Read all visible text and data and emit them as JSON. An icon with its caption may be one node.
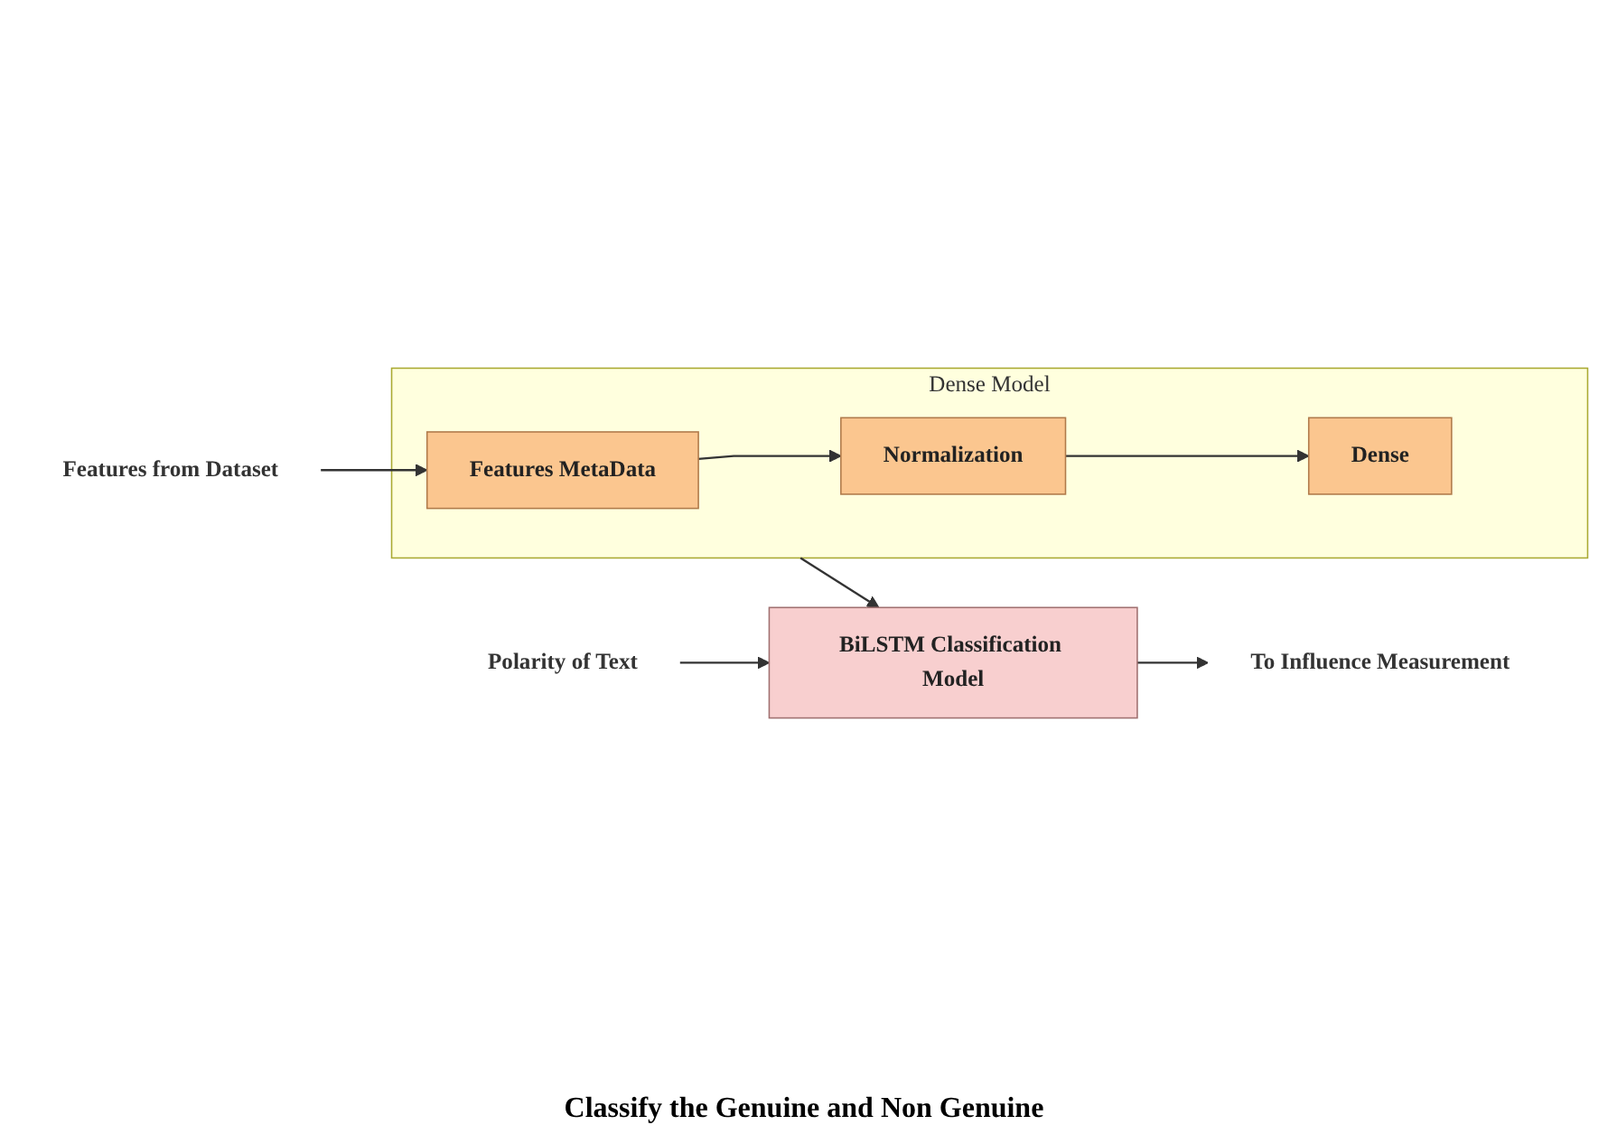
{
  "diagram": {
    "caption": "Classify the Genuine and Non Genuine",
    "nodes": [
      {
        "text": [
          "Features from Dataset"
        ]
      },
      {
        "text": [
          "Dense Model"
        ]
      },
      {
        "text": [
          "Features MetaData"
        ],
        "in": 1
      },
      {
        "text": [
          "Normalization"
        ],
        "in": 1
      },
      {
        "text": [
          "Dense"
        ],
        "in": 1
      },
      {
        "text": [
          "BiLSTM Classification Model"
        ]
      },
      {
        "text": [
          "Polarity of Text"
        ]
      },
      {
        "text": [
          "To Influence Measurement"
        ]
      }
    ],
    "edges": [
      {
        "from": 0,
        "to": 2,
        "arrow": "to"
      },
      {
        "from": 2,
        "to": 3,
        "arrow": "to"
      },
      {
        "from": 3,
        "to": 4,
        "arrow": "to"
      },
      {
        "from": 1,
        "to": 5,
        "arrow": "to"
      },
      {
        "from": 6,
        "to": 5,
        "arrow": "to"
      },
      {
        "from": 5,
        "to": 7,
        "arrow": "to"
      }
    ]
  }
}
